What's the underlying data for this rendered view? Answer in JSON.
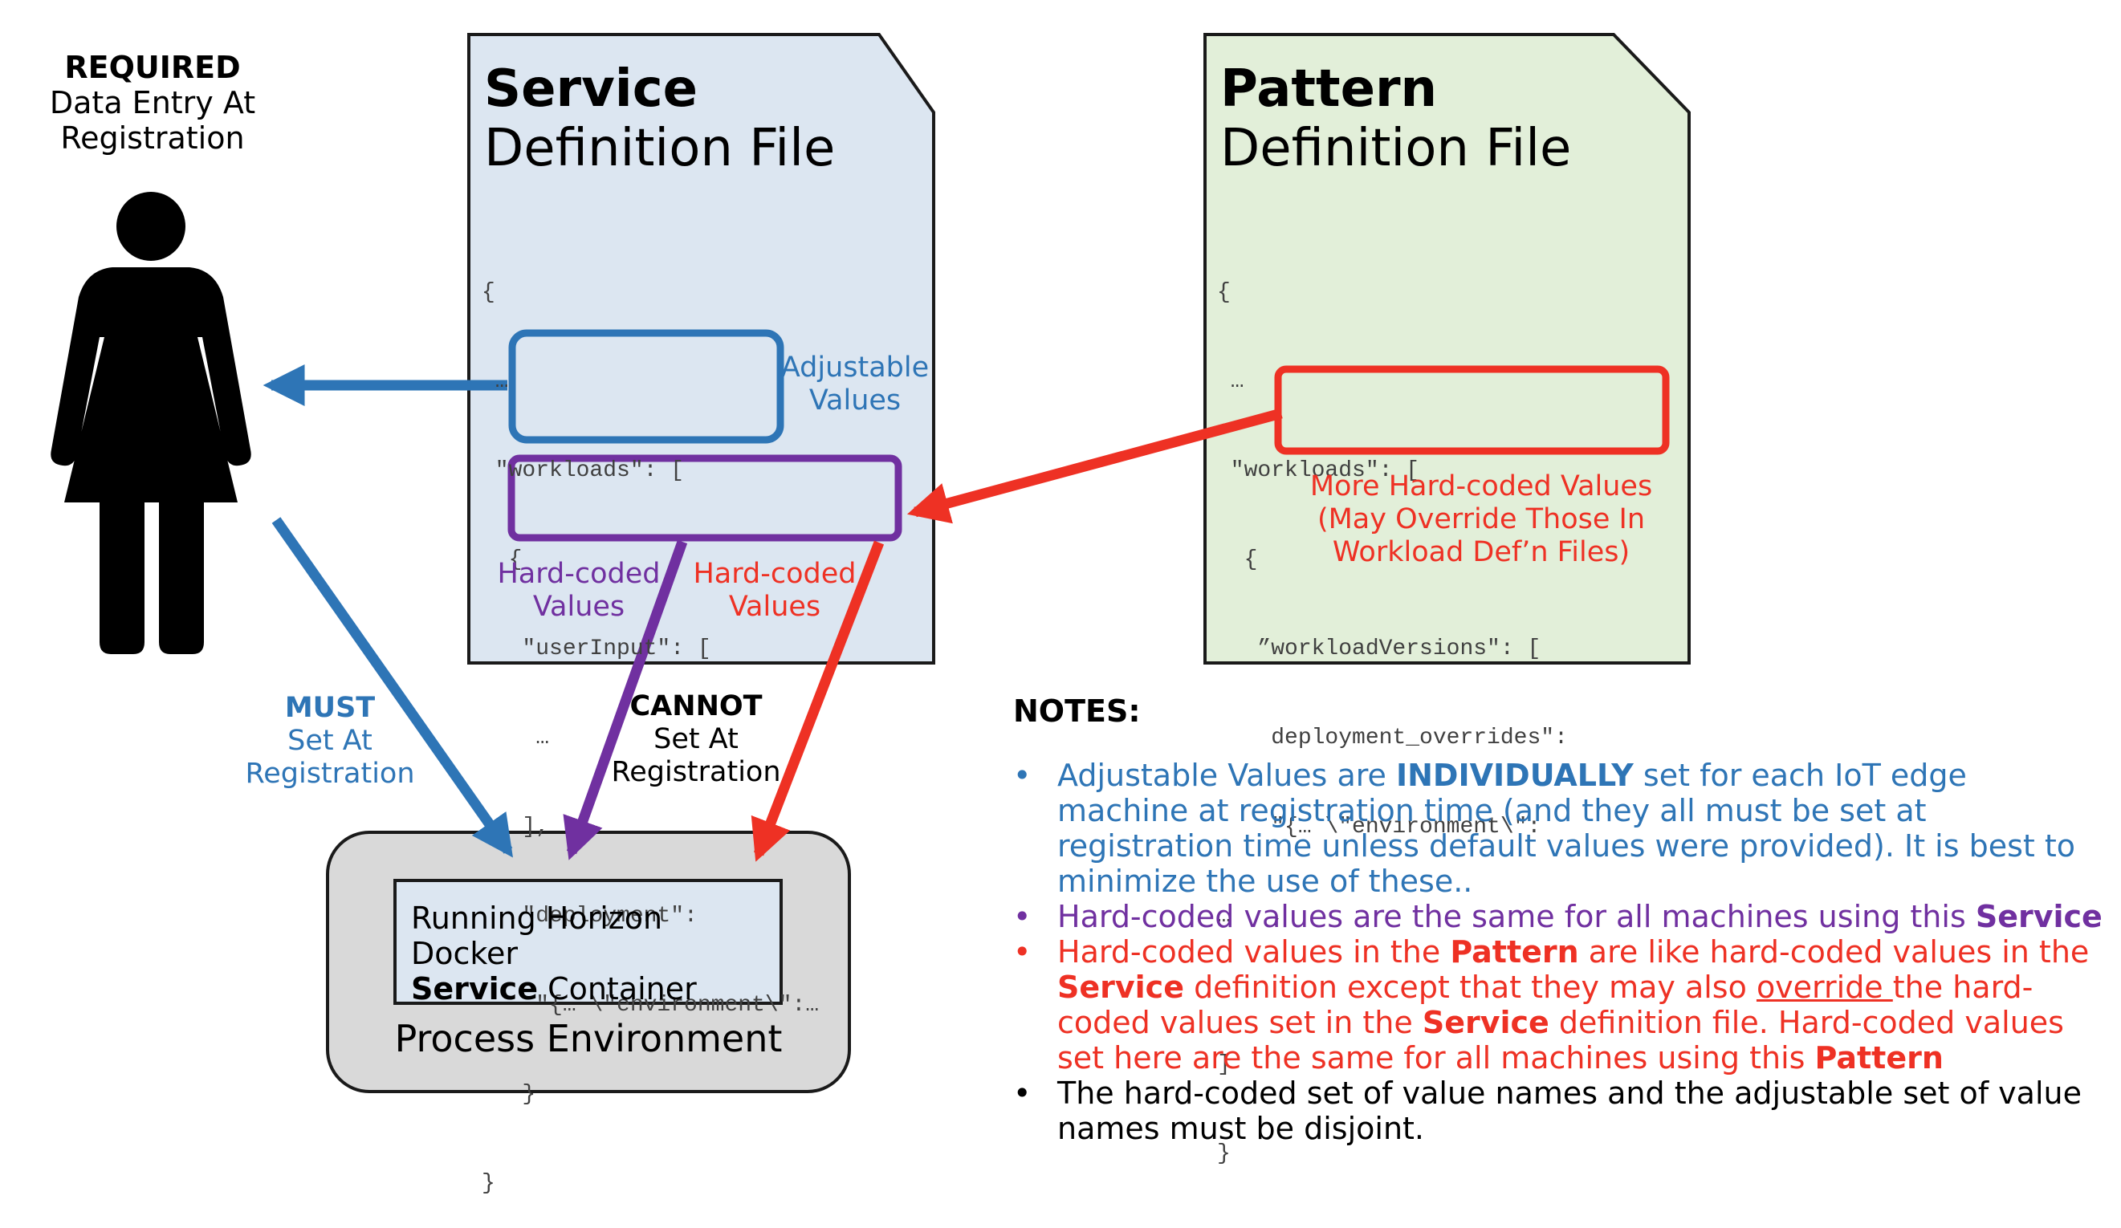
{
  "person": {
    "label_bold": "REQUIRED",
    "label_line2": "Data Entry At",
    "label_line3": "Registration"
  },
  "service_file": {
    "title_bold": "Service",
    "title_rest": "Definition File",
    "code": [
      "{",
      " …",
      " \"workloads\": [",
      "  {",
      "   \"userInput\": [",
      "    …",
      "   ],",
      "   \"deployment\":",
      "    \"{… \\\"environment\\\":…",
      "   }",
      "}"
    ],
    "adjustable_label": [
      "Adjustable",
      "Values"
    ],
    "hardcoded_purple_label": [
      "Hard-coded",
      "Values"
    ],
    "hardcoded_red_label": [
      "Hard-coded",
      "Values"
    ]
  },
  "pattern_file": {
    "title_bold": "Pattern",
    "title_rest": "Definition File",
    "code": [
      "{",
      " …",
      " \"workloads\": [",
      "  {",
      "   ”workloadVersions\": [",
      "    deployment_overrides\":",
      "    \"{… \\\"environment\\\":",
      "…   ,",
      "",
      "]",
      "}"
    ],
    "more_label": [
      "More Hard-coded Values",
      "(May Override Those In",
      "Workload Def’n Files)"
    ]
  },
  "must_label": {
    "bold": "MUST",
    "line2": "Set At",
    "line3": "Registration"
  },
  "cannot_label": {
    "bold": "CANNOT",
    "line2": "Set At",
    "line3": "Registration"
  },
  "process": {
    "container_line1": "Running Horizon Docker",
    "container_bold": "Service",
    "container_rest": " Container",
    "env_label": "Process Environment"
  },
  "notes": {
    "heading": "NOTES:",
    "bullet": "•",
    "n1_a": "Adjustable Values are ",
    "n1_b": "INDIVIDUALLY",
    "n1_c": " set for each IoT edge machine at registration time (and they all must be set at registration time unless default values were provided).  It is best to minimize the use of these..",
    "n2_a": "Hard-coded values are the same for all machines using this ",
    "n2_b": "Service",
    "n3_a": "Hard-coded values in the ",
    "n3_b": "Pattern",
    "n3_c": " are like hard-coded values in the ",
    "n3_d": "Service",
    "n3_e": " definition except that they may also ",
    "n3_f": "override ",
    "n3_g": "the hard-coded values set in the ",
    "n3_h": "Service",
    "n3_i": " definition file.  Hard-coded values set here are the same for all machines using this  ",
    "n3_j": "Pattern",
    "n4": "The hard-coded set of value names and the adjustable set of value names must be disjoint."
  },
  "colors": {
    "blue": "#2e75b6",
    "purple": "#7030a0",
    "red": "#ee3124",
    "service_fill": "#dce6f1",
    "pattern_fill": "#e2efd9",
    "process_fill": "#d9d9d9"
  }
}
